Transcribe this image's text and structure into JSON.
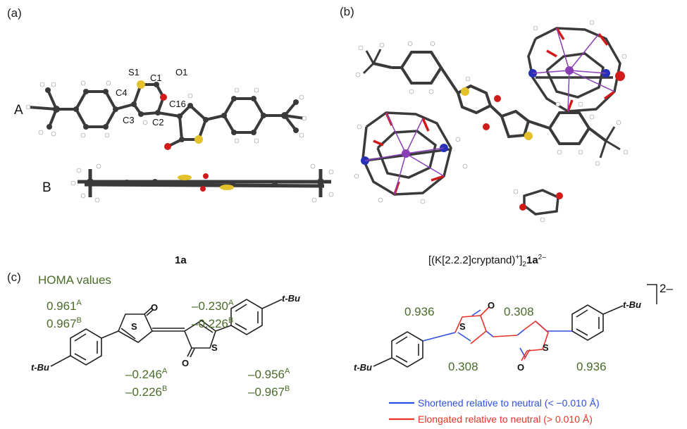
{
  "panels": {
    "a": "(a)",
    "b": "(b)",
    "c": "(c)"
  },
  "crystal_a": {
    "atoms": [
      "S1",
      "C1",
      "O1",
      "C4",
      "C16",
      "C3",
      "C2"
    ],
    "view_labels": [
      "A",
      "B"
    ],
    "compound": "1a"
  },
  "crystal_b": {
    "compound_prefix": "[(K[2.2.2]cryptand)",
    "compound_plus": "+",
    "compound_close": "]",
    "compound_sub": "2",
    "compound_bold": "1a",
    "compound_charge": "2–"
  },
  "neutral": {
    "homa_title": "HOMA values",
    "values": [
      {
        "v": "0.961",
        "s": "A"
      },
      {
        "v": "0.967",
        "s": "B"
      },
      {
        "v": "–0.230",
        "s": "A"
      },
      {
        "v": "–0.226",
        "s": "B"
      },
      {
        "v": "–0.246",
        "s": "A"
      },
      {
        "v": "–0.226",
        "s": "B"
      },
      {
        "v": "–0.956",
        "s": "A"
      },
      {
        "v": "–0.967",
        "s": "B"
      }
    ],
    "atoms": {
      "S": "S",
      "O": "O",
      "tBu": "t-Bu"
    }
  },
  "dianion": {
    "charge": "2–",
    "values": [
      "0.936",
      "0.308",
      "0.308",
      "0.936"
    ],
    "atoms": {
      "S": "S",
      "O": "O",
      "tBu": "t-Bu"
    }
  },
  "legend": {
    "shortened": "Shortened relative to neutral (< −0.010 Å)",
    "elongated": "Elongated relative to neutral (> 0.010 Å)"
  },
  "colors": {
    "shortened": "#2f4fe0",
    "elongated": "#e8332a",
    "homa_text": "#4a6b2a",
    "carbon": "#3a3a3a",
    "sulfur": "#e2c12a",
    "oxygen": "#d11b1b",
    "nitrogen": "#2630b8",
    "potassium": "#8a3fb5"
  }
}
